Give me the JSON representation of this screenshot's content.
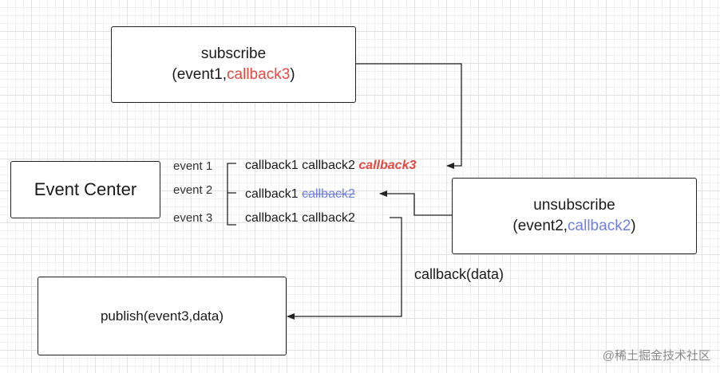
{
  "subscribe_box": {
    "fn": "subscribe",
    "open": "(event1,",
    "arg_highlight": "callback3",
    "close": ")"
  },
  "event_center": {
    "label": "Event Center"
  },
  "unsubscribe_box": {
    "fn": "unsubscribe",
    "open": "(event2,",
    "arg_highlight": "callback2",
    "close": ")"
  },
  "publish_box": {
    "label": "publish(event3,data)"
  },
  "events": [
    {
      "name": "event 1",
      "callbacks": [
        "callback1",
        "callback2"
      ],
      "added": "callback3"
    },
    {
      "name": "event 2",
      "callbacks": [
        "callback1"
      ],
      "removed": "callback2"
    },
    {
      "name": "event 3",
      "callbacks": [
        "callback1",
        "callback2"
      ]
    }
  ],
  "callback_label": "callback(data)",
  "watermark": "@稀土掘金技术社区",
  "colors": {
    "highlight_red": "#e5483e",
    "highlight_blue": "#6f7fe0",
    "line": "#222222"
  }
}
